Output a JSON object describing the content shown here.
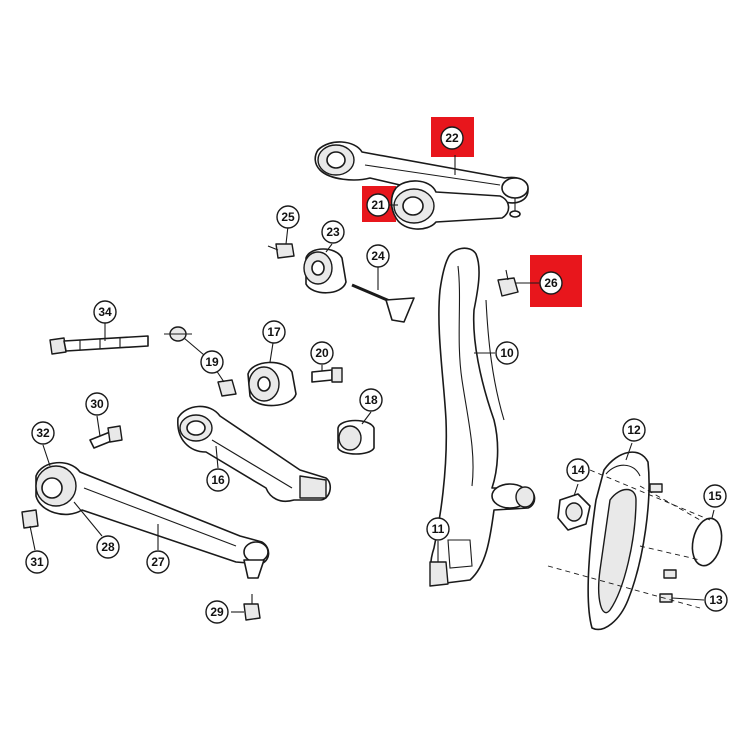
{
  "highlight_color": "#e8161c",
  "callouts": {
    "c10": "10",
    "c11": "11",
    "c12": "12",
    "c13": "13",
    "c14": "14",
    "c15": "15",
    "c16": "16",
    "c17": "17",
    "c18": "18",
    "c19": "19",
    "c20": "20",
    "c21": "21",
    "c22": "22",
    "c23": "23",
    "c24": "24",
    "c25": "25",
    "c26": "26",
    "c27": "27",
    "c28": "28",
    "c29": "29",
    "c30": "30",
    "c31": "31",
    "c32": "32",
    "c34": "34"
  },
  "highlighted_callouts": [
    "21",
    "22",
    "26"
  ]
}
